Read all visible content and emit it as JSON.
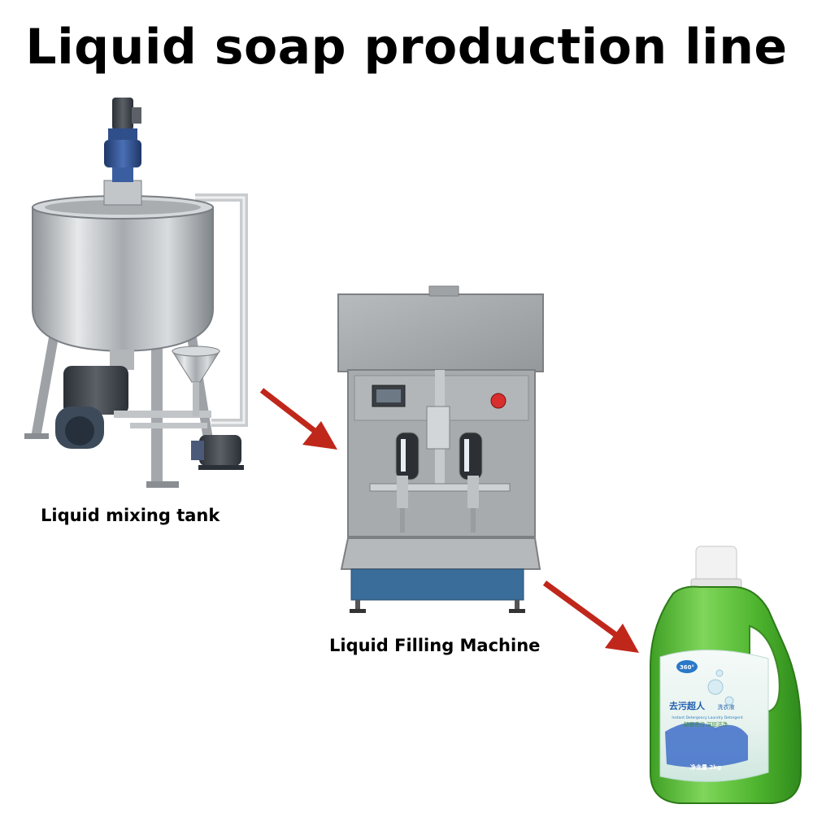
{
  "title": "Liquid soap production line",
  "stages": [
    {
      "caption": "Liquid mixing tank",
      "icon": "mixing-tank"
    },
    {
      "caption": "Liquid Filling Machine",
      "icon": "filling-machine"
    },
    {
      "caption": "",
      "icon": "detergent-bottle"
    }
  ],
  "bottle_label": {
    "badge": "360°",
    "main": "去污超人",
    "sub": "洗衣液",
    "english": "Instant Detergency Laundry Detergent",
    "tagline": "超强去污  深层洁净",
    "net_content": "净含量 2kg"
  },
  "colors": {
    "arrow": "#c0271b",
    "steel": "#b9bcbf",
    "motor": "#2f4f8a",
    "bottle_green": "#5bbf3a",
    "base_blue": "#3a6d9a"
  }
}
